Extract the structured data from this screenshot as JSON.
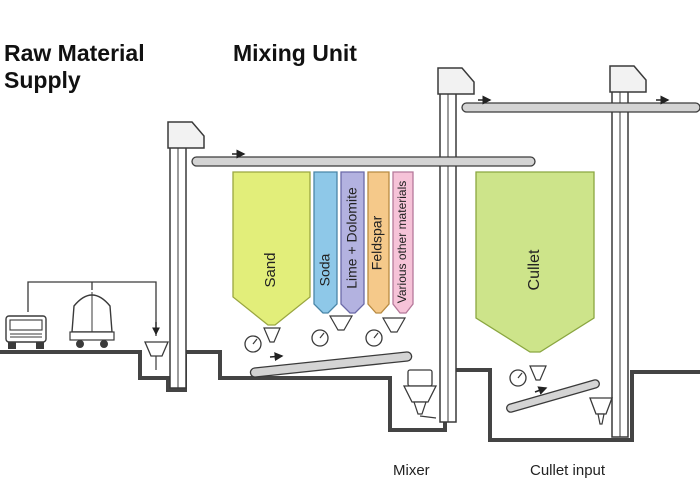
{
  "headings": {
    "raw_material": [
      "Raw Material",
      "Supply"
    ],
    "mixing_unit": "Mixing Unit"
  },
  "silos": [
    {
      "label": "Sand",
      "color": "#e2ee7a"
    },
    {
      "label": "Soda",
      "color": "#8ec8e8"
    },
    {
      "label": "Lime + Dolomite",
      "color": "#b3b2e0"
    },
    {
      "label": "Feldspar",
      "color": "#f5c98a"
    },
    {
      "label": "Various other materials",
      "color": "#f6c3d8"
    },
    {
      "label": "Cullet",
      "color": "#cde48a"
    }
  ],
  "captions": {
    "mixer": "Mixer",
    "cullet_input": "Cullet input"
  },
  "colors": {
    "structure": "#3a3a3a",
    "conveyor": "#d4d4d4",
    "ground": "#444444"
  },
  "icons": [
    "truck-icon",
    "rail-tanker-icon",
    "scale-gauge-icon",
    "flow-arrow-icon"
  ]
}
